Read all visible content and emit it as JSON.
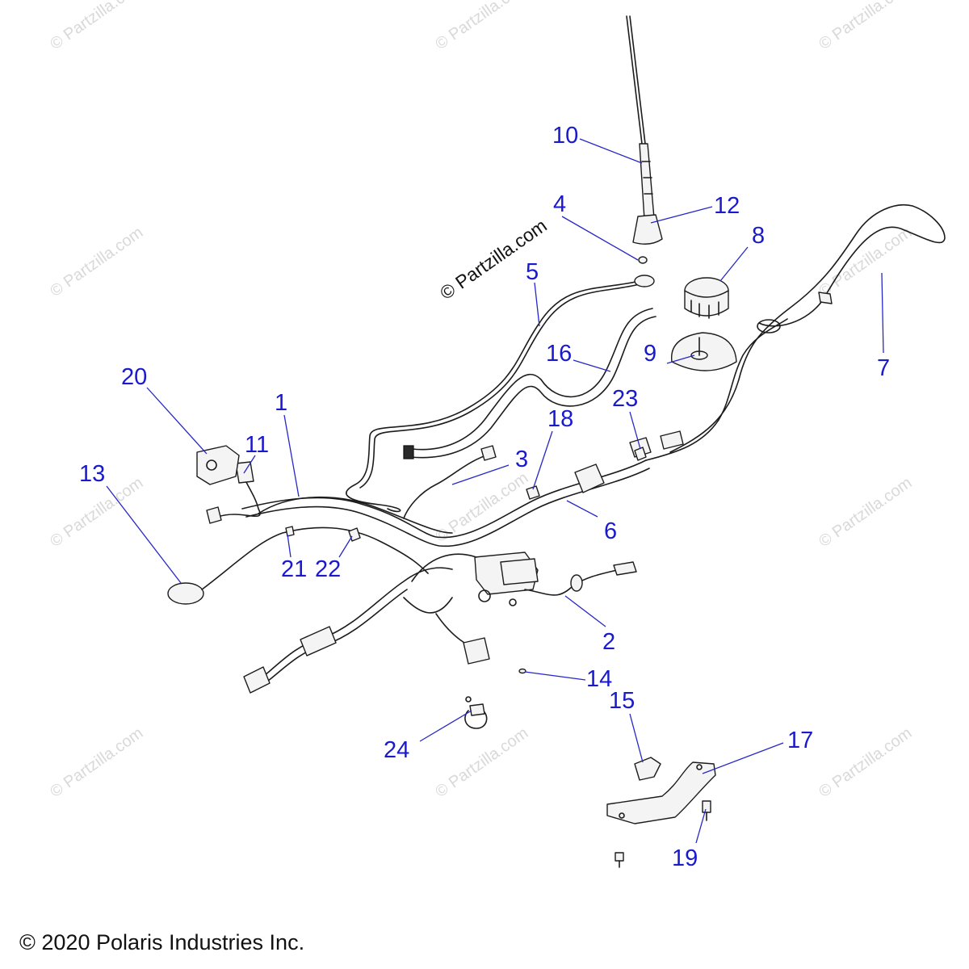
{
  "watermark": "© Partzilla.com",
  "copyright": "© 2020 Polaris Industries Inc.",
  "callouts": [
    "1",
    "2",
    "3",
    "4",
    "5",
    "6",
    "7",
    "8",
    "9",
    "10",
    "11",
    "12",
    "13",
    "14",
    "15",
    "16",
    "17",
    "18",
    "19",
    "20",
    "21",
    "22",
    "23",
    "24"
  ],
  "colors": {
    "callout": "#1a1acd",
    "line": "#1c1c1c",
    "watermark": "#d9d9d9"
  }
}
